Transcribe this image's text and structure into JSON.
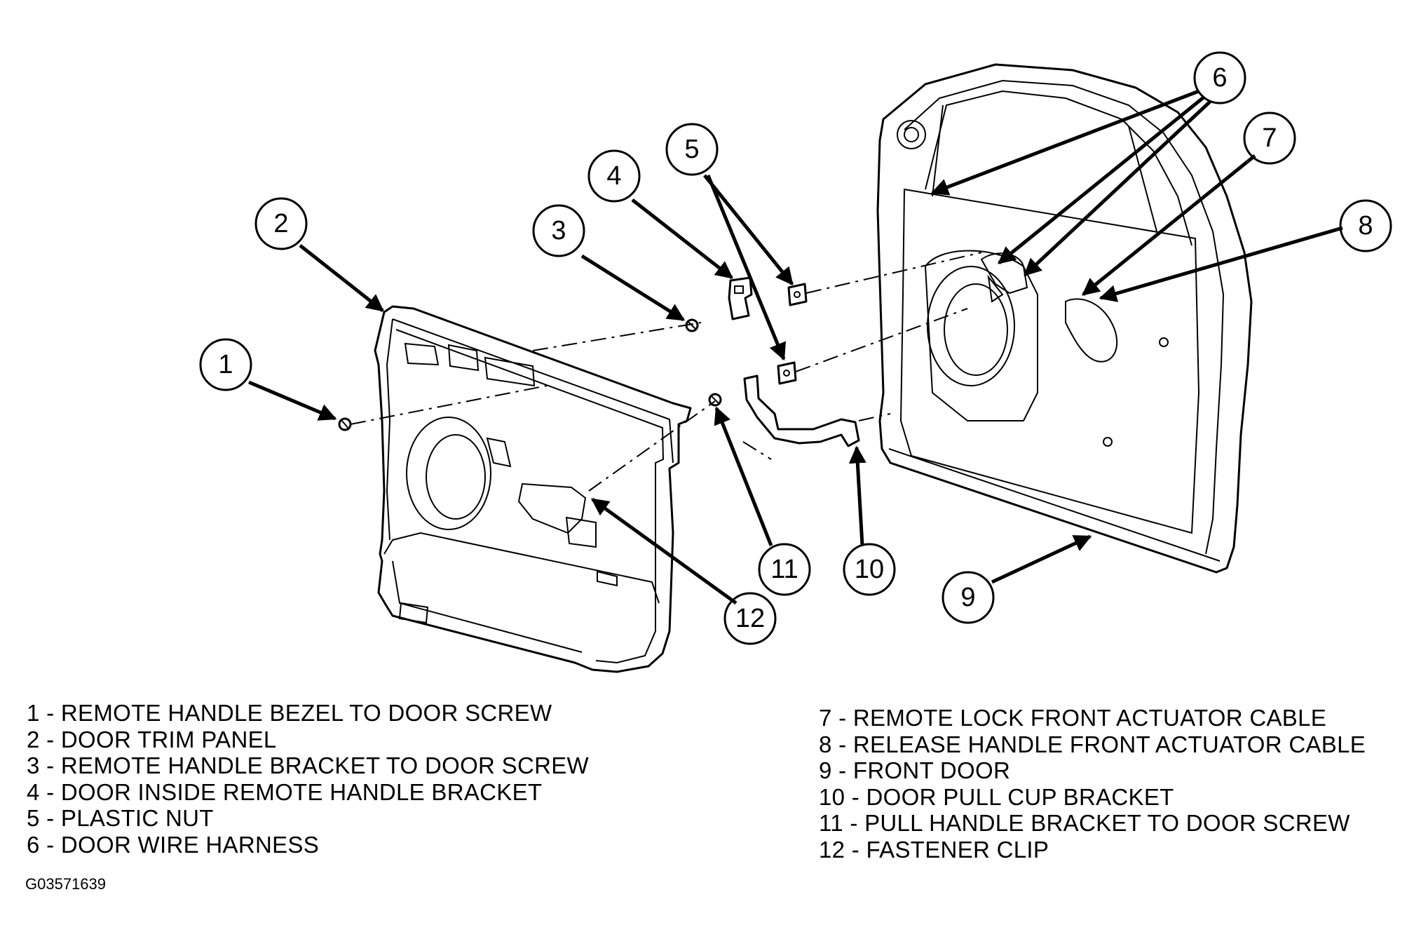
{
  "callouts": [
    "1",
    "2",
    "3",
    "4",
    "5",
    "6",
    "7",
    "8",
    "9",
    "10",
    "11",
    "12"
  ],
  "legend_left": [
    "1 - REMOTE HANDLE BEZEL TO DOOR SCREW",
    "2 - DOOR TRIM PANEL",
    "3 - REMOTE HANDLE BRACKET TO DOOR SCREW",
    "4 - DOOR INSIDE REMOTE HANDLE BRACKET",
    "5 - PLASTIC NUT",
    "6 - DOOR WIRE HARNESS"
  ],
  "legend_right": [
    "7 - REMOTE LOCK FRONT ACTUATOR CABLE",
    "8 - RELEASE HANDLE FRONT ACTUATOR CABLE",
    "9 - FRONT DOOR",
    "10 - DOOR PULL CUP BRACKET",
    "11 - PULL HANDLE BRACKET TO DOOR SCREW",
    "12 - FASTENER CLIP"
  ],
  "figure_id": "G03571639"
}
